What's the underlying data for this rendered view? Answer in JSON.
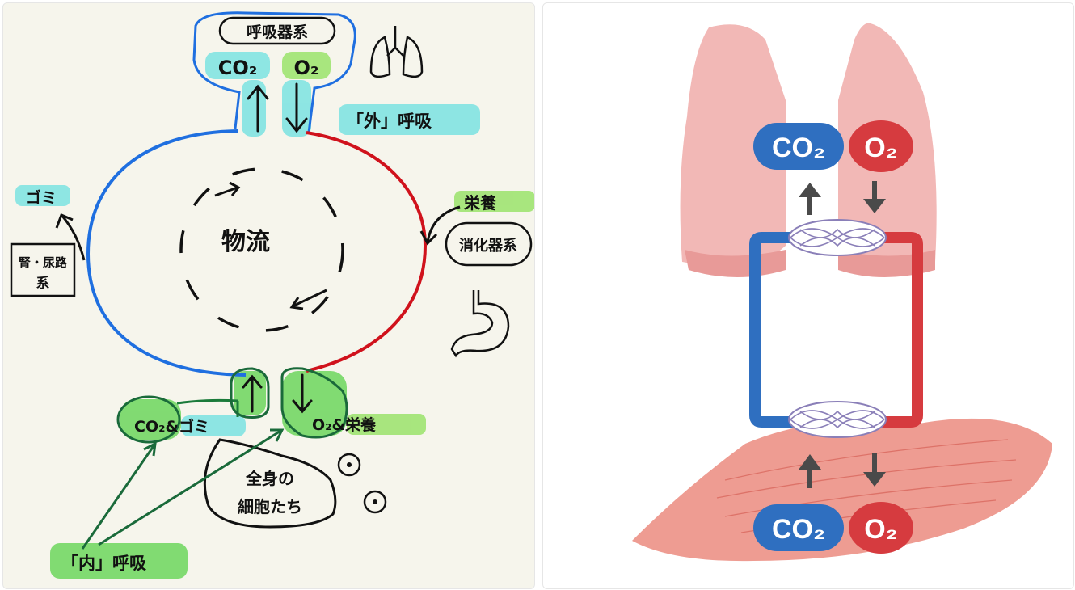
{
  "sketch": {
    "respiratory_label": "呼吸器系",
    "co2_top": "CO₂",
    "o2_top": "O₂",
    "external_respiration": "「外」呼吸",
    "garbage": "ゴミ",
    "kidney_label_1": "腎・尿路",
    "kidney_label_2": "系",
    "logistics": "物流",
    "nutrients": "栄養",
    "digestive_label": "消化器系",
    "co2_bottom": "CO₂&ゴミ",
    "o2_bottom": "O₂&栄養",
    "cells_line1": "全身の",
    "cells_line2": "細胞たち",
    "internal_respiration": "「内」呼吸"
  },
  "illustration": {
    "co2_top": "CO₂",
    "o2_top": "O₂",
    "co2_bottom": "CO₂",
    "o2_bottom": "O₂",
    "colors": {
      "venous": "#2f6fc0",
      "arterial": "#d63b3f",
      "lung": "#f2b8b6",
      "muscle": "#ee9c92",
      "arrow": "#4a4a4a"
    }
  }
}
